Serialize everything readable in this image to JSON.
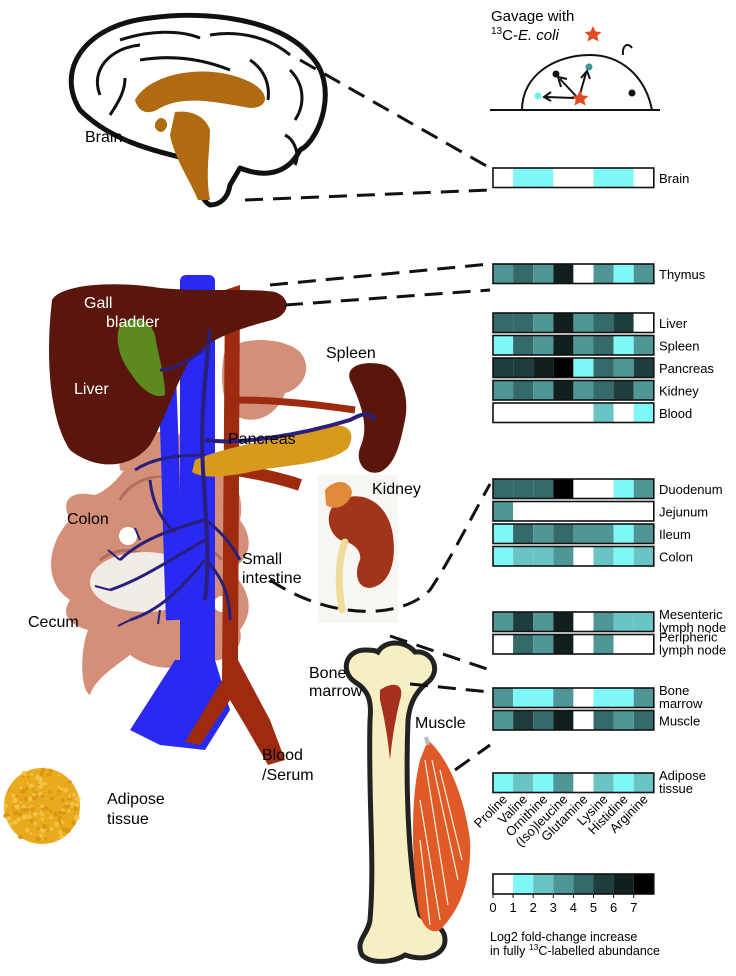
{
  "header": {
    "gavage_line1": "Gavage with",
    "gavage_sup": "13",
    "gavage_c": "C-",
    "gavage_species": "E. coli"
  },
  "organ_labels": {
    "brain": "Brain",
    "gall_line1": "Gall",
    "gall_line2": "bladder",
    "liver": "Liver",
    "spleen": "Spleen",
    "pancreas": "Pancreas",
    "kidney": "Kidney",
    "colon": "Colon",
    "small_line1": "Small",
    "small_line2": "intestine",
    "cecum": "Cecum",
    "bone_line1": "Bone",
    "bone_line2": "marrow",
    "muscle": "Muscle",
    "blood_line1": "Blood",
    "blood_line2": "/Serum",
    "adipose_line1": "Adipose",
    "adipose_line2": "tissue"
  },
  "amino_acids": [
    "Proline",
    "Valine",
    "Ornithine",
    "(Iso)leucine",
    "Glutamine",
    "Lysine",
    "Histidine",
    "Arginine"
  ],
  "colorscale": {
    "colors": [
      "#ffffff",
      "#7ff7f7",
      "#6bc4c4",
      "#4f9696",
      "#356a6a",
      "#203d3d",
      "#121f1f",
      "#000000"
    ],
    "ticks": [
      "0",
      "1",
      "2",
      "3",
      "4",
      "5",
      "6",
      "7"
    ],
    "label_line1": "Log2 fold-change increase",
    "label_line2_pre": "in fully ",
    "label_sup": "13",
    "label_line2_post": "C-labelled abundance"
  },
  "heatmap": {
    "groups": [
      {
        "rows": [
          {
            "label": "Brain",
            "values": [
              0,
              1,
              1,
              0,
              0,
              1,
              1,
              0
            ]
          }
        ]
      },
      {
        "rows": [
          {
            "label": "Thymus",
            "values": [
              3,
              4,
              3,
              6,
              0,
              3,
              1,
              3
            ]
          }
        ]
      },
      {
        "rows": [
          {
            "label": "Liver",
            "values": [
              4,
              4,
              3,
              6,
              3,
              4,
              5,
              0
            ]
          },
          {
            "label": "Spleen",
            "values": [
              1,
              4,
              3,
              6,
              3,
              4,
              1,
              3
            ]
          },
          {
            "label": "Pancreas",
            "values": [
              5,
              5,
              6,
              7,
              1,
              4,
              3,
              5
            ]
          },
          {
            "label": "Kidney",
            "values": [
              3,
              4,
              3,
              6,
              3,
              4,
              5,
              3
            ]
          },
          {
            "label": "Blood",
            "values": [
              0,
              0,
              0,
              0,
              0,
              2,
              0,
              1
            ]
          }
        ]
      },
      {
        "rows": [
          {
            "label": "Duodenum",
            "values": [
              4,
              4,
              4,
              7,
              0,
              0,
              1,
              3
            ]
          },
          {
            "label": "Jejunum",
            "values": [
              3,
              0,
              0,
              0,
              0,
              0,
              0,
              0
            ]
          },
          {
            "label": "Ileum",
            "values": [
              1,
              4,
              3,
              4,
              3,
              3,
              1,
              3
            ]
          },
          {
            "label": "Colon",
            "values": [
              1,
              2,
              2,
              3,
              0,
              2,
              1,
              2
            ]
          }
        ]
      },
      {
        "rows": [
          {
            "label": "Mesenteric lymph node",
            "values": [
              3,
              5,
              3,
              6,
              0,
              3,
              2,
              2
            ]
          },
          {
            "label": "Peripheric lymph node",
            "values": [
              0,
              4,
              3,
              6,
              0,
              3,
              0,
              0
            ]
          }
        ]
      },
      {
        "rows": [
          {
            "label": "Bone marrow",
            "values": [
              3,
              1,
              1,
              3,
              0,
              1,
              1,
              3
            ]
          },
          {
            "label": "Muscle",
            "values": [
              3,
              5,
              4,
              6,
              0,
              4,
              3,
              4
            ]
          }
        ]
      },
      {
        "rows": [
          {
            "label": "Adipose tissue",
            "values": [
              1,
              2,
              1,
              3,
              0,
              2,
              1,
              2
            ]
          }
        ]
      }
    ]
  },
  "colors": {
    "liver": "#5a160d",
    "gall": "#5d8a1f",
    "pancreas": "#d89a1c",
    "spleen": "#5a160d",
    "gut": "#d48f78",
    "vein": "#2a1f7a",
    "artery": "#9e2a10",
    "ivc": "#2929f2",
    "brain_core": "#b06b12",
    "kidney": "#a0351a",
    "marrow": "#a5301d",
    "bone": "#f6efc4",
    "muscle": "#e05a28",
    "adipose": "#e9ab1e",
    "star": "#e04a25"
  }
}
